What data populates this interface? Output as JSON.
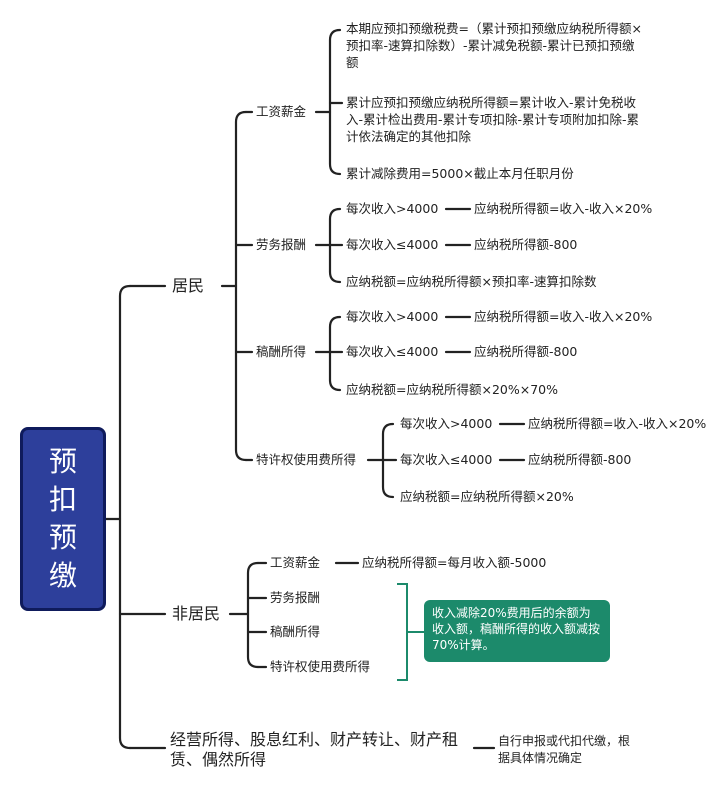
{
  "root": {
    "label": "预扣预缴",
    "chars": [
      "预",
      "扣",
      "预",
      "缴"
    ]
  },
  "resident": {
    "label": "居民",
    "salary": {
      "label": "工资薪金",
      "items": [
        "本期应预扣预缴税费=（累计预扣预缴应纳税所得额×预扣率-速算扣除数）-累计减免税额-累计已预扣预缴额",
        "累计应预扣预缴应纳税所得额=累计收入-累计免税收入-累计检出费用-累计专项扣除-累计专项附加扣除-累计依法确定的其他扣除",
        "累计减除费用=5000×截止本月任职月份"
      ]
    },
    "labor": {
      "label": "劳务报酬",
      "items": [
        "每次收入>4000",
        "每次收入≤4000",
        "应纳税额=应纳税所得额×预扣率-速算扣除数"
      ],
      "results": [
        "应纳税所得额=收入-收入×20%",
        "应纳税所得额-800"
      ]
    },
    "royalty": {
      "label": "稿酬所得",
      "items": [
        "每次收入>4000",
        "每次收入≤4000",
        "应纳税额=应纳税所得额×20%×70%"
      ],
      "results": [
        "应纳税所得额=收入-收入×20%",
        "应纳税所得额-800"
      ]
    },
    "franchise": {
      "label": "特许权使用费所得",
      "items": [
        "每次收入>4000",
        "每次收入≤4000",
        "应纳税额=应纳税所得额×20%"
      ],
      "results": [
        "应纳税所得额=收入-收入×20%",
        "应纳税所得额-800"
      ]
    }
  },
  "nonresident": {
    "label": "非居民",
    "salary": {
      "label": "工资薪金",
      "result": "应纳税所得额=每月收入额-5000"
    },
    "others": [
      "劳务报酬",
      "稿酬所得",
      "特许权使用费所得"
    ],
    "note": "收入减除20%费用后的余额为收入额，稿酬所得的收入额减按70%计算。"
  },
  "business": {
    "label": "经营所得、股息红利、财产转让、财产租赁、偶然所得",
    "result": "自行申报或代扣代缴，根据具体情况确定"
  },
  "colors": {
    "root_fill": "#2d3f9b",
    "note_fill": "#1c8a6b",
    "line": "#222222",
    "bracket": "#1c8a6b"
  }
}
